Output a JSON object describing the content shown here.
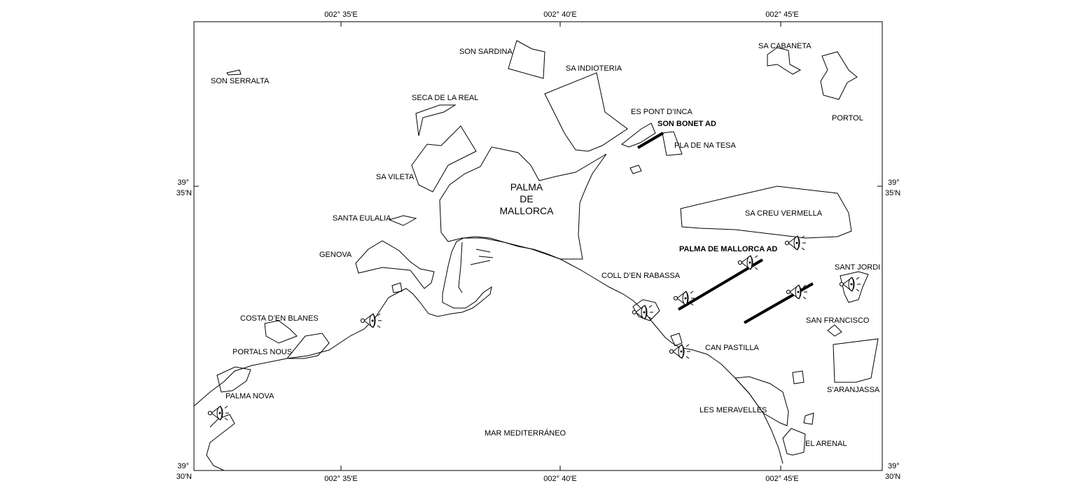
{
  "frame_labels": {
    "top": [
      "002° 35′E",
      "002° 40′E",
      "002° 45′E"
    ],
    "bottom": [
      "002° 35′E",
      "002° 40′E",
      "002° 45′E"
    ],
    "left_35": [
      "39°",
      "35′N"
    ],
    "left_30": [
      "39°",
      "30′N"
    ],
    "right_35": [
      "39°",
      "35′N"
    ],
    "right_30": [
      "39°",
      "30′N"
    ]
  },
  "places": {
    "son_serralta": "SON SERRALTA",
    "son_sardina": "SON SARDINA",
    "sa_indioteria": "SA INDIOTERIA",
    "sa_cabaneta": "SA CABANETA",
    "portol": "PORTOL",
    "seca_de_la_real": "SECA DE LA REAL",
    "es_pont_dinca": "ES PONT D’INCA",
    "son_bonet_ad": "SON BONET AD",
    "pla_de_na_tesa": "PLA DE NA TESA",
    "sa_vileta": "SA VILETA",
    "palma": [
      "PALMA",
      "DE",
      "MALLORCA"
    ],
    "santa_eulalia": "SANTA EULALIA",
    "genova": "GENOVA",
    "sa_creu_vermella": "SA CREU VERMELLA",
    "palma_ad": "PALMA DE MALLORCA AD",
    "sant_jordi": "SANT JORDI",
    "coll_den_rabassa": "COLL D’EN RABASSA",
    "costa_den_blanes": "COSTA D’EN BLANES",
    "san_francisco": "SAN FRANCISCO",
    "portals_nous": "PORTALS NOUS",
    "can_pastilla": "CAN PASTILLA",
    "saranjassa": "S’ARANJASSA",
    "palma_nova": "PALMA NOVA",
    "les_meravelles": "LES MERAVELLES",
    "mar": "MAR MEDITERRÁNEO",
    "el_arenal": "EL ARENAL"
  },
  "icons": [
    "lighthouse-icon",
    "runway-symbol"
  ],
  "colors": {
    "ink": "#000000",
    "background": "#ffffff"
  }
}
